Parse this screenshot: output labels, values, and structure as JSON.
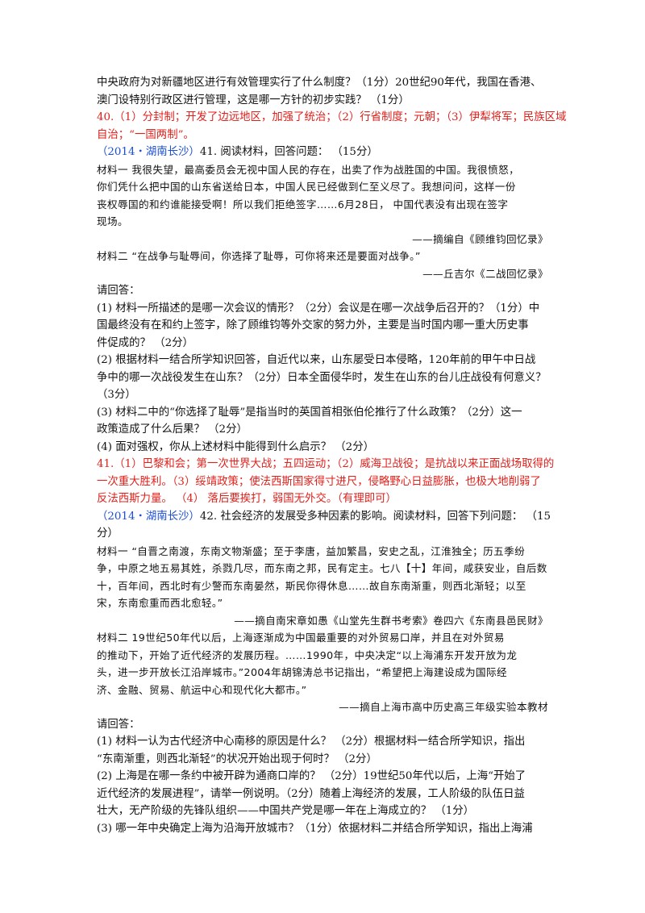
{
  "block1": {
    "lines": [
      "中央政府为对新疆地区进行有效管理实行了什么制度？（1分）20世纪90年代，我国在香港、",
      "澳门设特别行政区进行管理，这是哪一方针的初步实践？ （1分）"
    ]
  },
  "answer40": {
    "lines": [
      "40.（1）分封制；开发了边远地区，加强了统治；（2）行省制度；元朝；（3）伊犁将军；民族区域",
      "自治；“一国两制”。"
    ]
  },
  "q41": {
    "source": "（2014・湖南长沙）",
    "intro": "41. 阅读材料，回答问题： （15分）",
    "material1_lines": [
      "材料一  我很失望，最高委员会无视中国人民的存在，出卖了作为战胜国的中国。我很愤怒，",
      "你们凭什么把中国的山东省送给日本，中国人民已经做到仁至义尽了。我想问问，这样一份",
      "丧权辱国的和约谁能接受啊！所以我们拒绝签字……6月28日， 中国代表没有出现在签字",
      "现场。"
    ],
    "material1_cite": "——摘编自《顾维钧回忆录》",
    "material2_line": "材料二  “在战争与耻辱间，你选择了耻辱，可你将来还是要面对战争。”",
    "material2_cite": "——丘吉尔《二战回忆录》",
    "prompt": "请回答：",
    "question_lines": [
      "(1) 材料一所描述的是哪一次会议的情形？（2分）会议是在哪一次战争后召开的？（1分）中",
      "国最终没有在和约上签字，除了顾维钧等外交家的努力外，主要是当时国内哪一重大历史事",
      "件促成的？ （2分）",
      "(2) 根据材料一结合所学知识回答，自近代以来，山东屡受日本侵略，120年前的甲午中日战",
      "争中的哪一次战役发生在山东？（2分）日本全面侵华时，发生在山东的台儿庄战役有何意义？",
      "（3分）",
      "(3) 材料二中的“你选择了耻辱”是指当时的英国首相张伯伦推行了什么政策？（2分）这一",
      "政策造成了什么后果？ （2分）",
      " (4) 面对强权，你从上述材料中能得到什么启示？ （2分）"
    ],
    "answer_lines": [
      "41.（1）巴黎和会；第一次世界大战；五四运动；（2）威海卫战役；是抗战以来正面战场取得的",
      "一次重大胜利。（3）绥靖政策；使法西斯国家得寸进尺，侵略野心日益膨胀，也极大地削弱了",
      "反法西斯力量。 （4） 落后要挨打，弱国无外交。（有理即可）"
    ]
  },
  "q42": {
    "source": "（2014・湖南长沙）",
    "intro": "42. 社会经济的发展受多种因素的影响。阅读材料，回答下列问题： （15",
    "intro_cont": "分）",
    "material1_lines": [
      "材料一  “自晋之南渡，东南文物渐盛；至于李唐，益加繁昌，安史之乱，江淮独全；历五季纷",
      "争，中原之地五易其姓，杀戮几尽，而东南之邦，民有定主。七八【十】年间，咸获安业，自后数",
      "十，百年间，西北时有少警而东南晏然，斯民你得休息……故自东南渐重，则西北渐轻；以至",
      "宋，东南愈重而西北愈轻。”"
    ],
    "material1_cite": "——摘自南宋章如愚《山堂先生群书考索》卷四六《东南县邑民财》",
    "material2_lines": [
      "材料二  19世纪50年代以后，上海逐渐成为中国最重要的对外贸易口岸，并且在对外贸易",
      "的推动下，开始了近代经济的发展历程。……1990年，中央决定“以上海浦东开发开放为龙",
      "头，进一步开放长江沿岸城市。”2004年胡锦涛总书记指出，“希望把上海建设成为国际经",
      "济、金融、贸易、航运中心和现代化大都市。”"
    ],
    "material2_cite": "——摘自上海市高中历史高三年级实验本教材",
    "prompt": "请回答：",
    "question_lines": [
      "(1) 材料一认为古代经济中心南移的原因是什么？ （2分）根据材料一结合所学知识，指出",
      "“东南渐重，则西北渐轻”的状况开始出现于何时？ （2分）",
      "(2) 上海是在哪一条约中被开辟为通商口岸的？ （2分）19世纪50年代以后，上海“开始了",
      "近代经济的发展进程”，请举一例说明。（2分）随着上海经济的发展，工人阶级的队伍日益",
      "壮大，无产阶级的先锋队组织——中国共产党是哪一年在上海成立的？ （1分）",
      "(3) 哪一年中央确定上海为沿海开放城市？（1分）依据材料二并结合所学知识，指出上海浦"
    ]
  }
}
